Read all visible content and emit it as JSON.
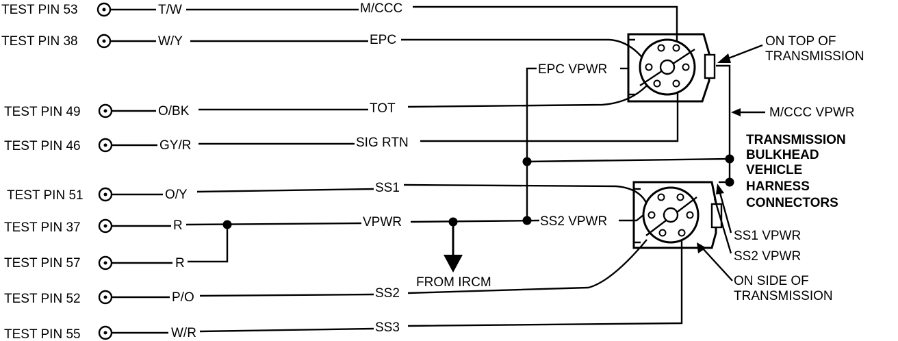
{
  "test_pins": [
    {
      "label": "TEST PIN 53",
      "wire_color": "T/W",
      "circuit": "M/CCC"
    },
    {
      "label": "TEST PIN 38",
      "wire_color": "W/Y",
      "circuit": "EPC"
    },
    {
      "label": "TEST PIN 49",
      "wire_color": "O/BK",
      "circuit": "TOT"
    },
    {
      "label": "TEST PIN 46",
      "wire_color": "GY/R",
      "circuit": "SIG RTN"
    },
    {
      "label": "TEST PIN 51",
      "wire_color": "O/Y",
      "circuit": "SS1"
    },
    {
      "label": "TEST PIN 37",
      "wire_color": "R",
      "circuit": "VPWR"
    },
    {
      "label": "TEST PIN 57",
      "wire_color": "R",
      "circuit": ""
    },
    {
      "label": "TEST PIN 52",
      "wire_color": "P/O",
      "circuit": "SS2"
    },
    {
      "label": "TEST PIN 55",
      "wire_color": "W/R",
      "circuit": "SS3"
    }
  ],
  "labels": {
    "epc_vpwr": "EPC VPWR",
    "ss2_vpwr": "SS2 VPWR",
    "from_ircm": "FROM IRCM",
    "on_top_1": "ON TOP OF",
    "on_top_2": "TRANSMISSION",
    "mccc_vpwr": "M/CCC VPWR",
    "bulkhead": [
      "TRANSMISSION",
      "BULKHEAD",
      "VEHICLE",
      "HARNESS",
      "CONNECTORS"
    ],
    "ss1_vpwr_right": "SS1 VPWR",
    "ss2_vpwr_right": "SS2 VPWR",
    "on_side_1": "ON SIDE OF",
    "on_side_2": "TRANSMISSION"
  }
}
